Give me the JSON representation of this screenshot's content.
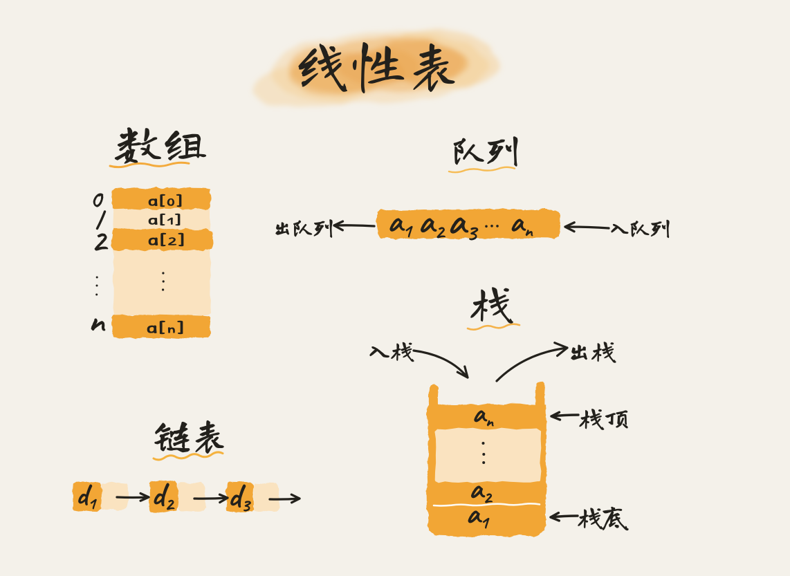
{
  "title": {
    "text": "线性表"
  },
  "array": {
    "label": "数组",
    "indices": [
      "0",
      "1",
      "2",
      "⋮",
      "n"
    ],
    "cells": [
      "a[0]",
      "a[1]",
      "a[2]",
      "⋮",
      "a[n]"
    ]
  },
  "queue": {
    "label": "队列",
    "items": [
      "a₁",
      "a₂",
      "a₃",
      "⋯",
      "aₙ"
    ],
    "dequeue_label": "出队列",
    "enqueue_label": "入队列"
  },
  "stack": {
    "label": "栈",
    "push_label": "入栈",
    "pop_label": "出栈",
    "top_label": "栈顶",
    "bottom_label": "栈底",
    "items_top_to_bottom": [
      "aₙ",
      "⋮",
      "a₂",
      "a₁"
    ]
  },
  "linked_list": {
    "label": "链表",
    "nodes": [
      "d₁",
      "d₂",
      "d₃"
    ]
  },
  "colors": {
    "background": "#f4f1ea",
    "orange": "#f2a636",
    "peach": "#fae3c0",
    "ink": "#23211c",
    "underline": "#f3aa3c"
  }
}
